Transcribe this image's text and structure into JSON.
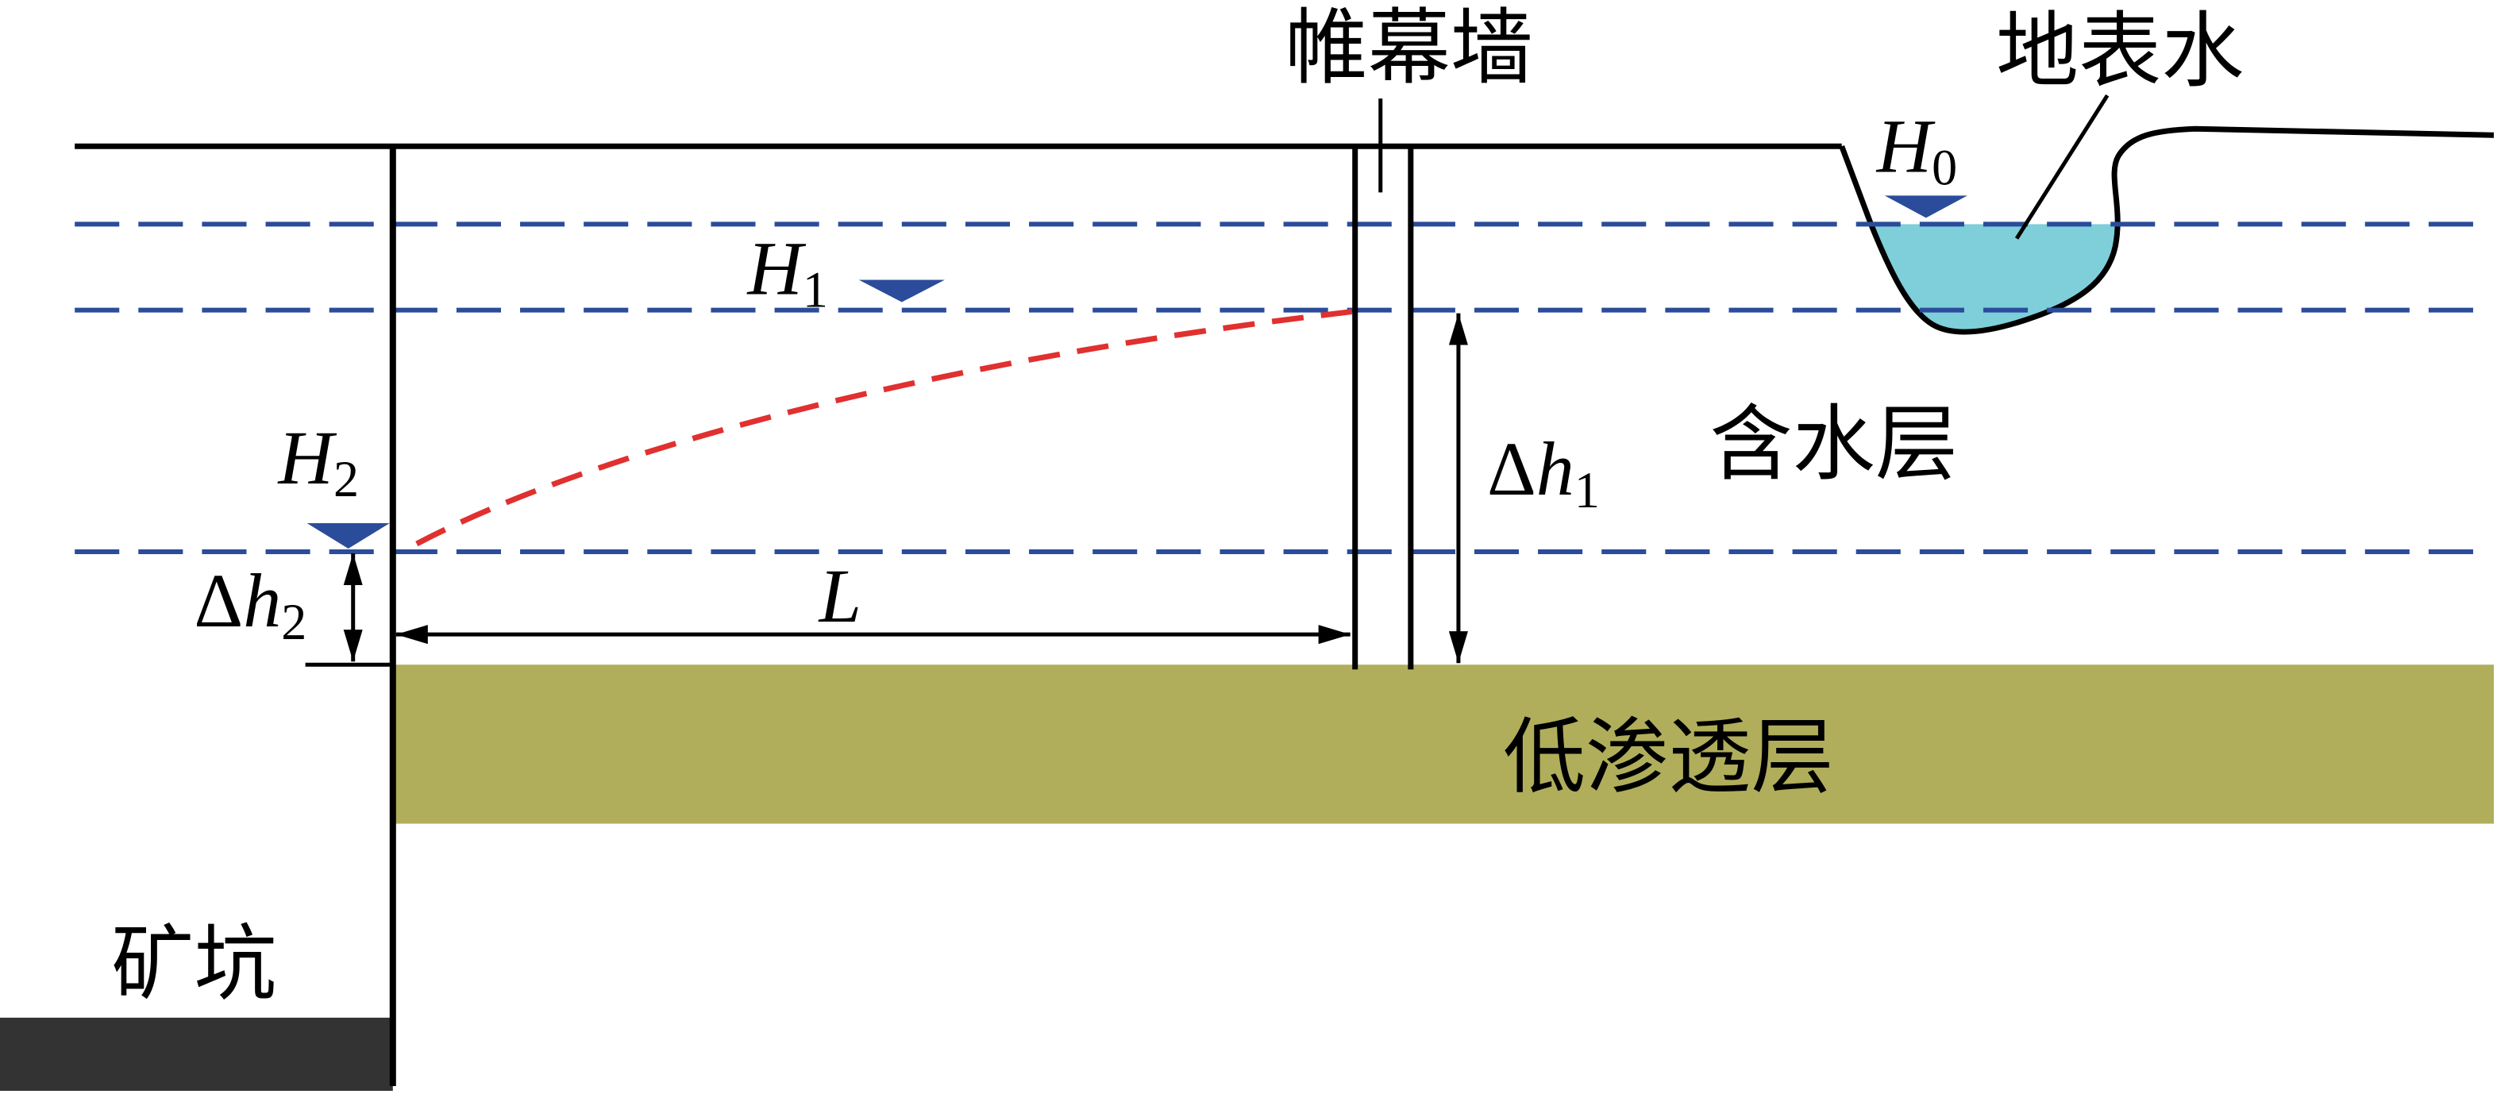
{
  "labels": {
    "curtain_wall": "帷幕墙",
    "surface_water": "地表水",
    "aquifer": "含水层",
    "low_permeability_layer": "低渗透层",
    "mine_pit": "矿坑"
  },
  "water_levels": {
    "H0": {
      "var": "H",
      "sub": "0"
    },
    "H1": {
      "var": "H",
      "sub": "1"
    },
    "H2": {
      "var": "H",
      "sub": "2"
    }
  },
  "dimensions": {
    "delta_h1": {
      "delta": "Δ",
      "var": "h",
      "sub": "1"
    },
    "delta_h2": {
      "delta": "Δ",
      "var": "h",
      "sub": "2"
    },
    "L": "L"
  },
  "colors": {
    "water_table_line": "#2B4C9B",
    "water_level_marker": "#2B4C9B",
    "drawdown_curve": "#E0302F",
    "surface_water_fill": "#7ECFD9",
    "low_permeability_fill": "#B0AE5A",
    "pit_floor_fill": "#333333"
  }
}
